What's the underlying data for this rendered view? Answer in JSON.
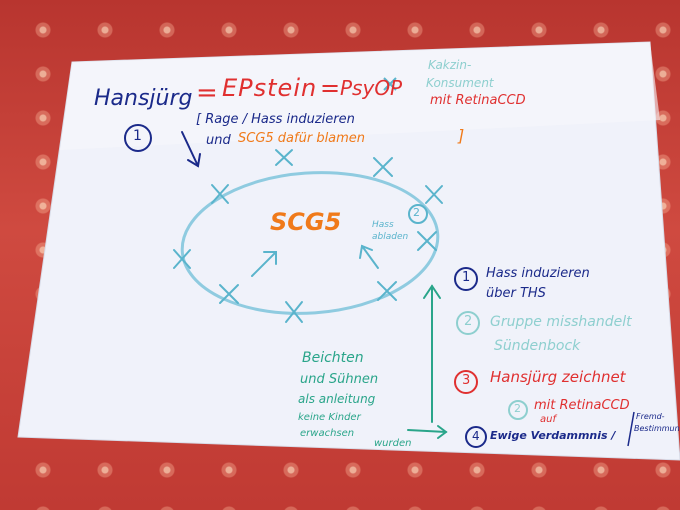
{
  "title": {
    "name": "Hansjürg",
    "eq1": "=",
    "epstein": "EPstein",
    "eq2": "=",
    "psyop": "PsyOP",
    "cross": "×",
    "kakzin_line1": "Kakzin-",
    "kakzin_line2": "Konsument",
    "kakzin_line3": "mit RetinaCCD"
  },
  "step1": {
    "number": "1",
    "line1": "[ Rage / Hass induzieren",
    "line2a": "und",
    "line2b": "SCG5 dafür blamen",
    "line2c": "]"
  },
  "center": {
    "label": "SCG5",
    "step2_number": "2",
    "hass_line1": "Hass",
    "hass_line2": "abladen"
  },
  "annotation": {
    "line1": "Beichten",
    "line2": "und Sühnen",
    "line3": "als anleitung",
    "line4": "keine Kinder",
    "line5": "erwachsen",
    "line6": "wurden"
  },
  "legend": [
    {
      "number": "1",
      "text_line1": "Hass induzieren",
      "text_line2": "über THS",
      "color": "#1b2a8a"
    },
    {
      "number": "2",
      "text_line1": "Gruppe misshandelt",
      "text_line2": "Sündenbock",
      "color": "#8ecfcf"
    },
    {
      "number": "3",
      "text_line1": "Hansjürg zeichnet",
      "text_line2": "",
      "color": "#e03030"
    },
    {
      "number": "2",
      "text_line1": "mit RetinaCCD",
      "text_line2": "auf",
      "color": "#e03030"
    },
    {
      "number": "4",
      "text_line1": "Ewige Verdammnis /",
      "text_line2": "",
      "color": "#1b2a8a"
    }
  ],
  "corner": {
    "line1": "Fremd-",
    "line2": "Bestimmung"
  },
  "colors": {
    "blue_marker": "#1b2a8a",
    "red_marker": "#e03030",
    "orange_marker": "#f07a1a",
    "teal_marker": "#3fb0b0",
    "tablecloth": "#c8403a",
    "paper": "#f2f4fb"
  }
}
